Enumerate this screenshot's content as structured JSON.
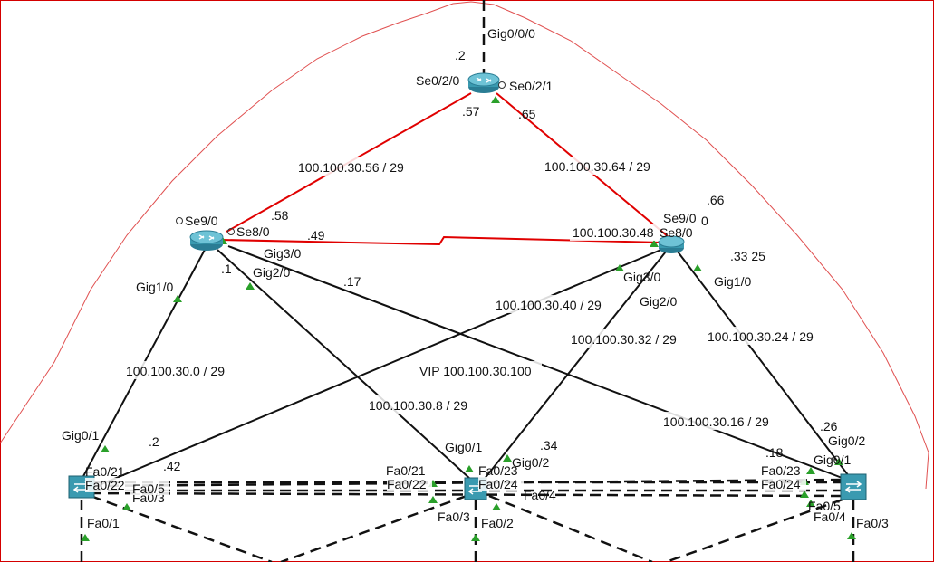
{
  "colors": {
    "serial": "#e00000",
    "ethernet": "#111111",
    "boundary": "#e05050",
    "frame": "#d40000",
    "port_up": "#2aa02a",
    "device": "#3a9ab0"
  },
  "devices": {
    "isp_router": {
      "icon": "router-icon"
    },
    "r1": {
      "icon": "router-icon"
    },
    "r2": {
      "icon": "router-icon"
    },
    "sw1": {
      "icon": "switch-icon"
    },
    "sw2": {
      "icon": "switch-icon"
    },
    "sw3": {
      "icon": "switch-icon"
    }
  },
  "labels": {
    "gig000": "Gig0/0/0",
    "isp_dot2": ".2",
    "se020": "Se0/2/0",
    "se021": "Se0/2/1",
    "dot57": ".57",
    "dot65": ".65",
    "net56": "100.100.30.56 / 29",
    "net64": "100.100.30.64 / 29",
    "se90_left": "Se9/0",
    "se80_left": "Se8/0",
    "dot58": ".58",
    "dot49": ".49",
    "gig30_left": "Gig3/0",
    "gig20_left": "Gig2/0",
    "dot1": ".1",
    "dot17": ".17",
    "gig10_left": "Gig1/0",
    "net0": "100.100.30.0 / 29",
    "dot66": ".66",
    "se90_right": "Se9/0",
    "zero": "0",
    "net48": "100.100.30.48",
    "se80_right": "Se8/0",
    "dot33_25": ".33 25",
    "gig30_right": "Gig3/0",
    "gig10_right": "Gig1/0",
    "gig20_right": "Gig2/0",
    "net40": "100.100.30.40 / 29",
    "net32": "100.100.30.32 / 29",
    "net24": "100.100.30.24 / 29",
    "vip": "VIP 100.100.30.100",
    "net8": "100.100.30.8 / 29",
    "net16": "100.100.30.16 / 29",
    "sw1_gig01": "Gig0/1",
    "sw1_dot2": ".2",
    "sw1_dot42": ".42",
    "sw1_fa021": "Fa0/21",
    "sw1_fa022": "Fa0/22",
    "sw1_fa05": "Fa0/5",
    "sw1_fa03": "Fa0/3",
    "sw1_fa01": "Fa0/1",
    "sw2_gig01": "Gig0/1",
    "sw2_dot34": ".34",
    "sw2_fa021": "Fa0/21",
    "sw2_fa023": "Fa0/23",
    "sw2_gig02": "Gig0/2",
    "sw2_fa022": "Fa0/22",
    "sw2_fa024": "Fa0/24",
    "sw2_fa04": "Fa0/4",
    "sw2_fa03": "Fa0/3",
    "sw2_fa02": "Fa0/2",
    "sw3_dot26": ".26",
    "sw3_gig02": "Gig0/2",
    "sw3_dot18": ".18",
    "sw3_gig01": "Gig0/1",
    "sw3_fa023": "Fa0/23",
    "sw3_fa024": "Fa0/24",
    "sw3_fa05": "Fa0/5",
    "sw3_fa04": "Fa0/4",
    "sw3_fa03": "Fa0/3"
  }
}
